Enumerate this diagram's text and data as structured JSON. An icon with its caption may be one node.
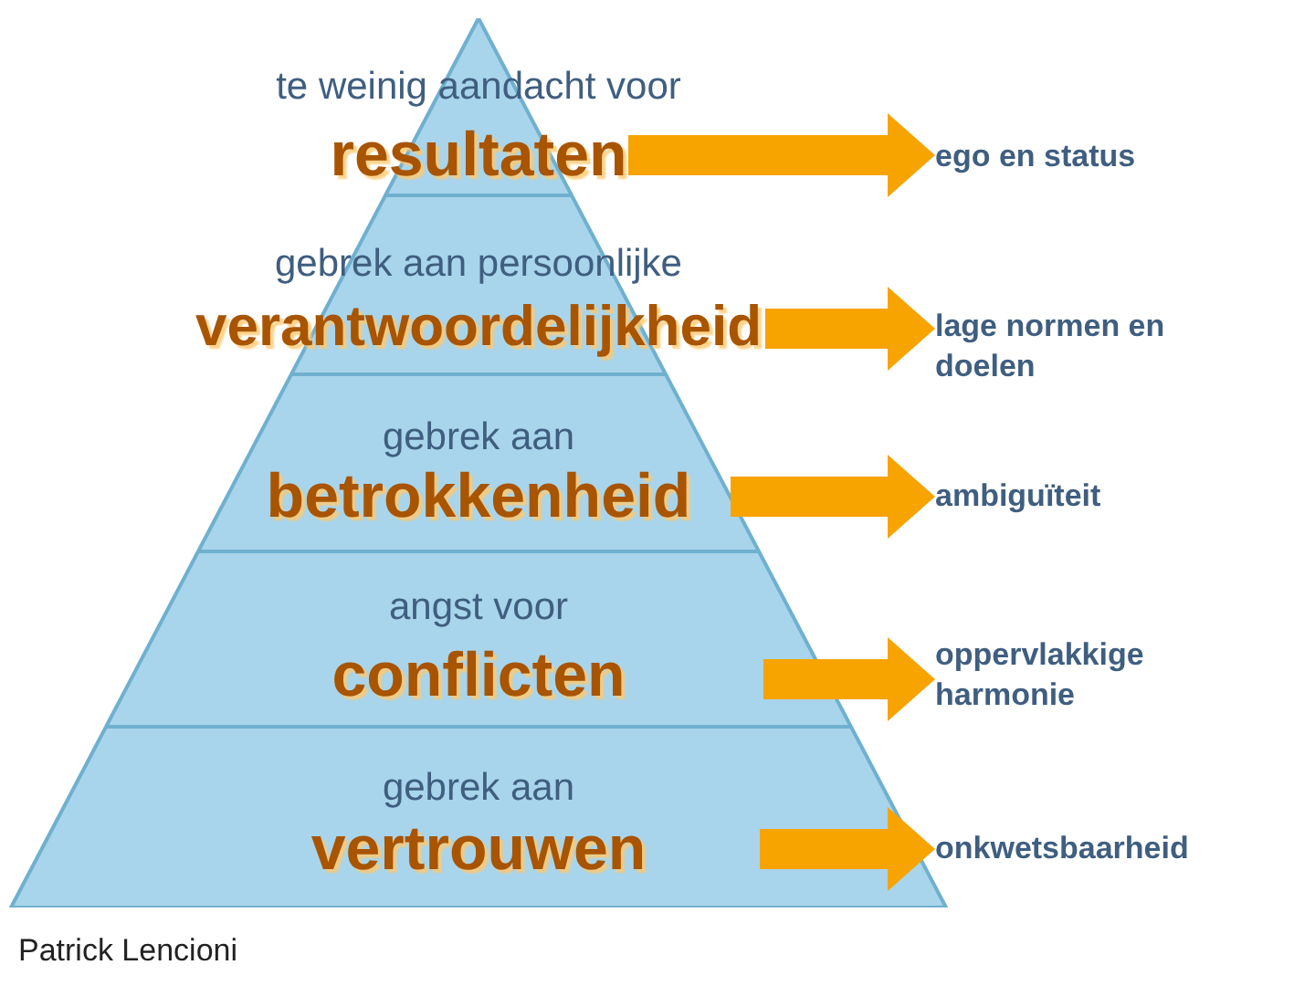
{
  "diagram": {
    "nodes": [
      {
        "text": [
          "te weinig aandacht voor",
          "resultaten"
        ]
      },
      {
        "text": [
          "gebrek aan persoonlijke",
          "verantwoordelijkheid"
        ]
      },
      {
        "text": [
          "gebrek aan",
          "betrokkenheid"
        ]
      },
      {
        "text": [
          "angst voor",
          "conflicten"
        ]
      },
      {
        "text": [
          "gebrek aan",
          "vertrouwen"
        ]
      },
      {
        "text": [
          "ego en status"
        ]
      },
      {
        "text": [
          "lage normen en doelen"
        ]
      },
      {
        "text": [
          "ambiguïteit"
        ]
      },
      {
        "text": [
          "oppervlakkige harmonie"
        ]
      },
      {
        "text": [
          "onkwetsbaarheid"
        ]
      }
    ],
    "edges": [
      {
        "from": 0,
        "to": 5,
        "arrow": "to"
      },
      {
        "from": 1,
        "to": 6,
        "arrow": "to"
      },
      {
        "from": 2,
        "to": 7,
        "arrow": "to"
      },
      {
        "from": 3,
        "to": 8,
        "arrow": "to"
      },
      {
        "from": 4,
        "to": 9,
        "arrow": "to"
      }
    ],
    "labels": [
      "Patrick Lencioni"
    ]
  }
}
